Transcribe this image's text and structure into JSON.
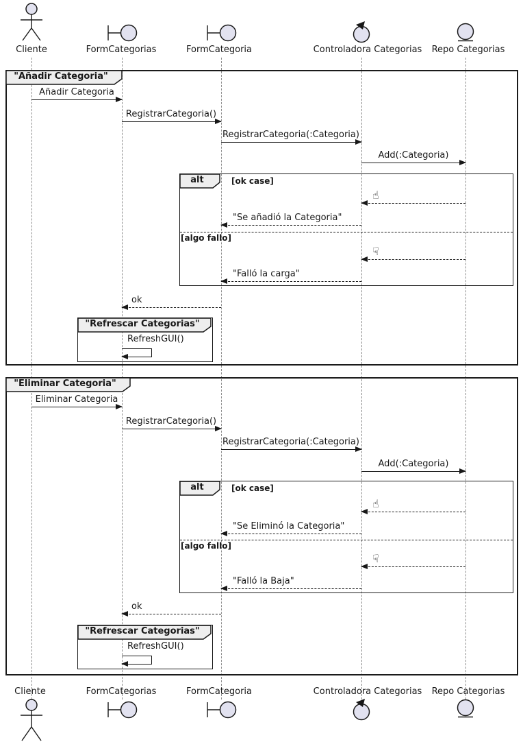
{
  "participants": [
    {
      "name": "Cliente",
      "type": "actor"
    },
    {
      "name": "FormCategorias",
      "type": "boundary"
    },
    {
      "name": "FormCategoria",
      "type": "boundary"
    },
    {
      "name": "Controladora Categorias",
      "type": "control"
    },
    {
      "name": "Repo Categorias",
      "type": "entity"
    }
  ],
  "alt": {
    "keyword": "alt"
  },
  "icons": {
    "thumbs_up_glyph": "☝",
    "thumbs_down_glyph": "☟"
  },
  "section1": {
    "title": "\"Añadir Categoria\"",
    "msg_action": "Añadir Categoria",
    "msg_register": "RegistrarCategoria()",
    "msg_register_param": "RegistrarCategoria(:Categoria)",
    "msg_add_param": "Add(:Categoria)",
    "guard_ok": "[ok case]",
    "reply_ok": "\"Se añadió la Categoria\"",
    "guard_fail": "[algo fallo]",
    "reply_fail": "\"Falló la carga\"",
    "msg_ok": "ok",
    "subframe_title": "\"Refrescar Categorias\"",
    "msg_refresh": "RefreshGUI()"
  },
  "section2": {
    "title": "\"Eliminar Categoria\"",
    "msg_action": "Eliminar Categoria",
    "msg_register": "RegistrarCategoria()",
    "msg_register_param": "RegistrarCategoria(:Categoria)",
    "msg_add_param": "Add(:Categoria)",
    "guard_ok": "[ok case]",
    "reply_ok": "\"Se Eliminó la Categoria\"",
    "guard_fail": "[algo fallo]",
    "reply_fail": "\"Falló la Baja\"",
    "msg_ok": "ok",
    "subframe_title": "\"Refrescar Categorias\"",
    "msg_refresh": "RefreshGUI()"
  },
  "colors": {
    "shape_fill": "#E2E2F0",
    "line": "#181818",
    "frame_header_fill": "#EEEEEE",
    "lifeline": "#8A8A8A"
  }
}
